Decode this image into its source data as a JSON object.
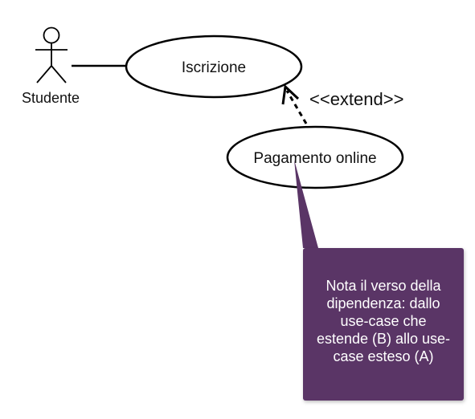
{
  "actor": {
    "name": "Studente"
  },
  "use_cases": {
    "base": "Iscrizione",
    "extension": "Pagamento online"
  },
  "relationship": {
    "stereotype": "<<extend>>"
  },
  "note": {
    "text": "Nota il verso della\ndipendenza: dallo\nuse-case che\nestende (B) allo use-\ncase esteso (A)"
  },
  "colors": {
    "line": "#000000",
    "note_fill": "#5a3566",
    "note_text": "#ffffff"
  }
}
